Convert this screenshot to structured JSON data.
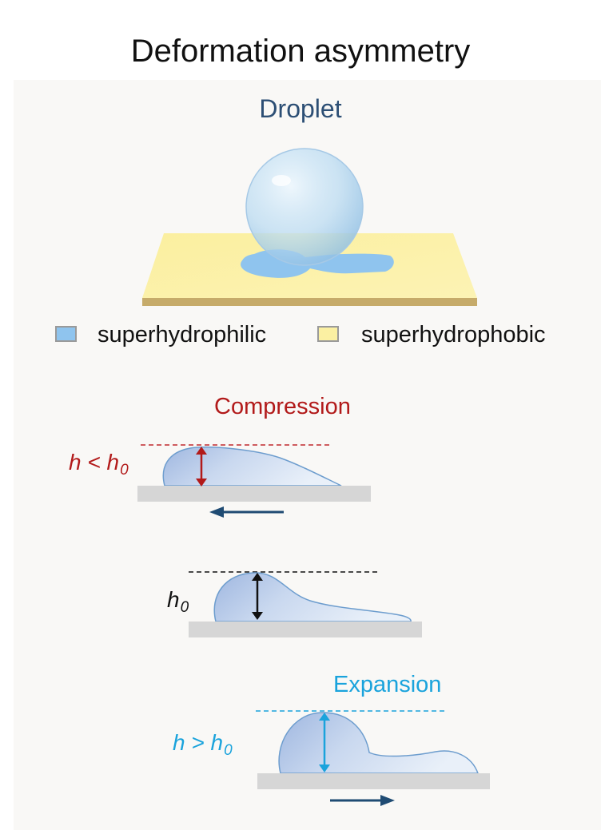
{
  "title": "Deformation asymmetry",
  "droplet_title": "Droplet",
  "legend": {
    "superhydrophilic": {
      "label": "superhydrophilic",
      "color": "#8fc4ee"
    },
    "superhydrophobic": {
      "label": "superhydrophobic",
      "color": "#fbf0a2"
    }
  },
  "compression": {
    "title": "Compression",
    "relation": {
      "lhs": "h < h",
      "sub": "0"
    },
    "color": "#b21a1a",
    "arrow": "left-arrow"
  },
  "neutral": {
    "relation": {
      "lhs": "h",
      "sub": "0"
    },
    "color": "#111111"
  },
  "expansion": {
    "title": "Expansion",
    "relation": {
      "lhs": "h > h",
      "sub": "0"
    },
    "color": "#1aa3dc",
    "arrow": "right-arrow"
  },
  "colors": {
    "substrate_top": "#fbf0a2",
    "substrate_edge": "#c6ab6a",
    "substrate_gray": "#d6d6d6",
    "water": "#8fc4ee",
    "motion_arrow": "#1f4b73"
  }
}
